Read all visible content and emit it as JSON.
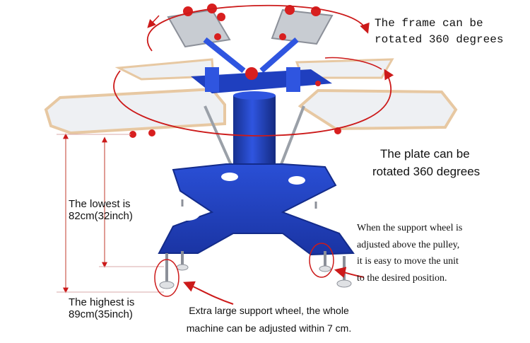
{
  "annotations": {
    "frame_rotation": [
      "The frame can be",
      "rotated 360 degrees"
    ],
    "plate_rotation": [
      "The plate can be",
      "rotated 360 degrees"
    ],
    "lowest_height": [
      "The lowest is",
      "82cm(32inch)"
    ],
    "highest_height": [
      "The highest is",
      "89cm(35inch)"
    ],
    "support_wheel": [
      "When the support wheel is",
      "adjusted above the pulley,",
      "it is easy to move the unit",
      "to the desired position."
    ],
    "extra_large_wheel": [
      "Extra large support wheel, the whole",
      "machine can be adjusted within 7 cm."
    ]
  },
  "colors": {
    "machine_blue": "#1f3fbf",
    "accent_red": "#d81f1f",
    "arrow_red": "#cc1a1a",
    "plate_fill": "#eef0f3",
    "plate_edge": "#e7c8a2",
    "dimension_line": "#c0392b"
  },
  "icons": [
    "frame-rotation-arrow",
    "plate-rotation-arrow",
    "support-wheel-callout",
    "extra-wheel-callout"
  ]
}
